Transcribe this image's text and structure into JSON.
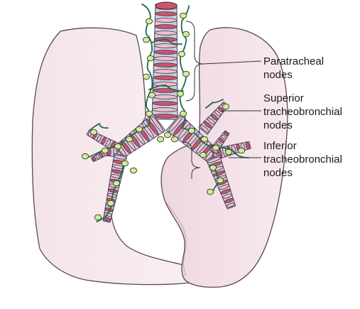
{
  "labels": {
    "paratracheal": [
      "Paratracheal",
      "nodes"
    ],
    "superior": [
      "Superior",
      "tracheobronchial",
      "nodes"
    ],
    "inferior": [
      "Inferior",
      "tracheobronchial",
      "nodes"
    ]
  },
  "colors": {
    "lung_fill": "#f6e8ec",
    "lung_stroke": "#5a4a50",
    "cartilage_blue": "#c9cde6",
    "cartilage_red": "#c8576e",
    "node_fill": "#d8e7a0",
    "lymph_vessel": "#1e6a4a",
    "leader_line": "#333333"
  }
}
